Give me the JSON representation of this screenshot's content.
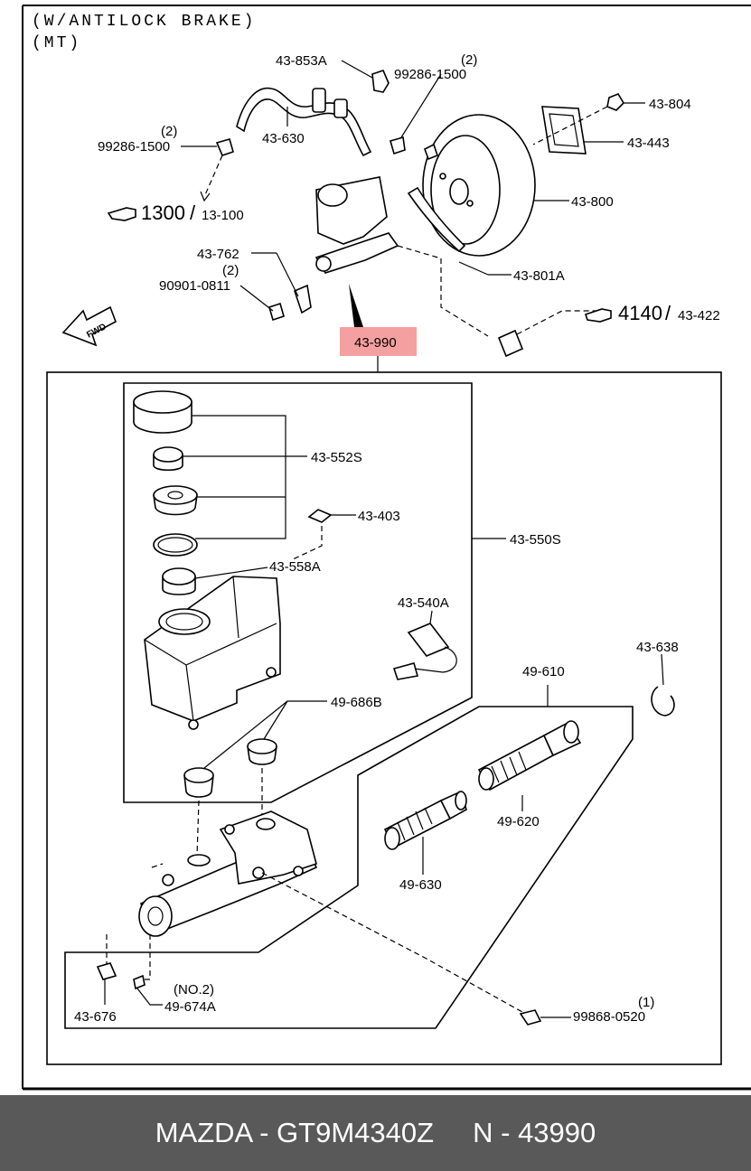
{
  "header": {
    "line1": "(W/ANTILOCK BRAKE)",
    "line2": "(MT)"
  },
  "highlight": {
    "label": "43-990",
    "color": "#f4a0a0"
  },
  "labels": {
    "p43853A": "43-853A",
    "q2a": "(2)",
    "p99286b": "99286-1500",
    "q2b": "(2)",
    "p99286a": "99286-1500",
    "p43630": "43-630",
    "p43804": "43-804",
    "p43443": "43-443",
    "p43800": "43-800",
    "p43762": "43-762",
    "q2c": "(2)",
    "p90901": "90901-0811",
    "p43801A": "43-801A",
    "p43552S": "43-552S",
    "p43403": "43-403",
    "p43550S": "43-550S",
    "p43558A": "43-558A",
    "p43540A": "43-540A",
    "p43638": "43-638",
    "p49610": "49-610",
    "p49686B": "49-686B",
    "p49620": "49-620",
    "p49630": "49-630",
    "p43676": "43-676",
    "no2": "(NO.2)",
    "p49674A": "49-674A",
    "q1": "(1)",
    "p99868": "99868-0520"
  },
  "refs": {
    "ref1_num": "1300",
    "ref1_page": "13-100",
    "ref2_num": "4140",
    "ref2_page": "43-422",
    "fwd": "FWD"
  },
  "footer": {
    "text": "MAZDA - GT9M4340Z     N - 43990",
    "background": "#595959"
  }
}
